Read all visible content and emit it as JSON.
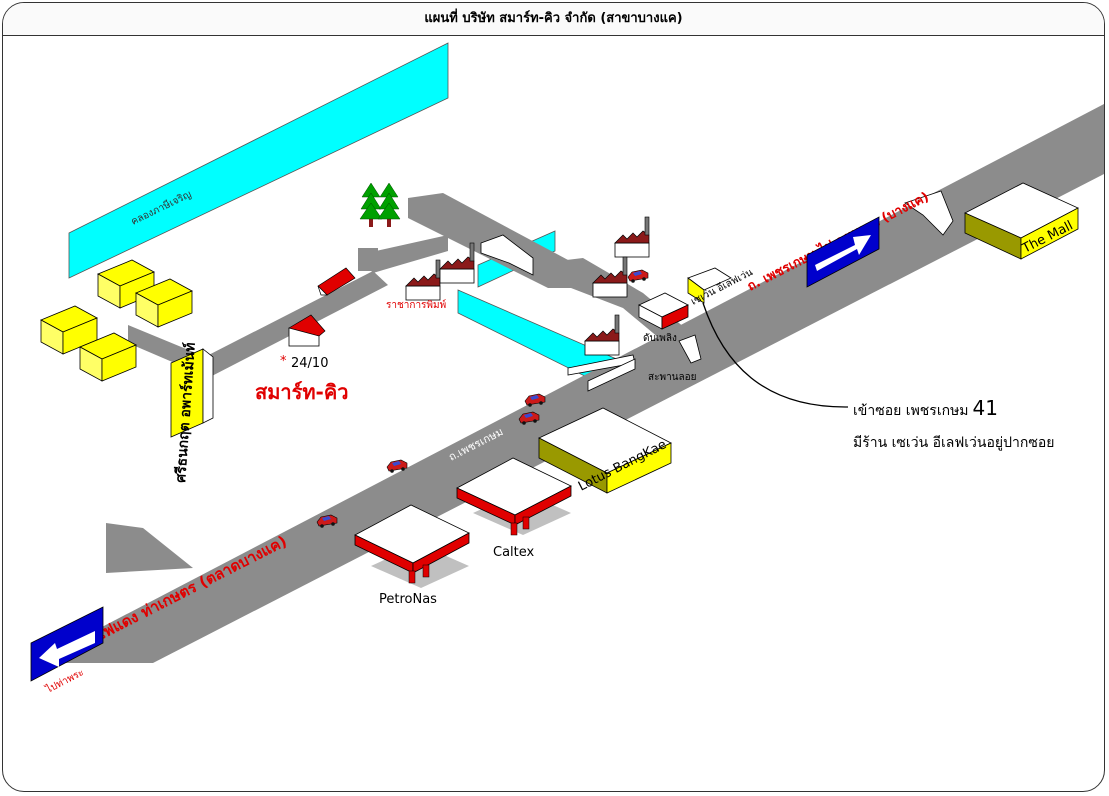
{
  "title": "แผนที่ บริษัท สมาร์ท-คิว จำกัด (สาขาบางแค)",
  "company": {
    "name": "สมาร์ท-คิว",
    "address_marker": "*",
    "address": "24/10"
  },
  "roads": {
    "main_road": "ถ.เพชรเกษม",
    "to_bangkhae": "ถ. เพชรเกษม ไป วงแหวน (บางแค)",
    "to_thapra": "แยกไฟแดง ท่าเกษตร (ตลาดบางแค)",
    "thapra_direction": "ไปท่าพระ",
    "side_soi": "ศรีธนกฤต อพาร์ทเม้นท์"
  },
  "landmarks": {
    "canal": "คลองภาษีเจริญ",
    "printing": "ราชาการพิมพ์",
    "sevenEleven": "เซเว่น อีเลฟเว่น",
    "fire_station": "ดับเพลิง",
    "bridge": "สะพานลอย",
    "the_mall": "The Mall",
    "lotus": "Lotus BangKae",
    "caltex": "Caltex",
    "petronas": "PetroNas"
  },
  "directions": {
    "line1_prefix": "เข้าซอย เพชรเกษม",
    "line1_number": "41",
    "line2": "มีร้าน เซเว่น อีเลฟเว่นอยู่ปากซอย"
  },
  "colors": {
    "road": "#8c8c8c",
    "canal": "#00ffff",
    "arrow_fill": "#0000cc",
    "label_red": "#e00000",
    "building_roof": "#ffff00",
    "building_side": "#999900"
  },
  "icons": [
    "tree-icon",
    "factory-icon",
    "car-icon",
    "house-icon",
    "gas-station-icon",
    "arrow-left-icon",
    "arrow-right-icon"
  ]
}
